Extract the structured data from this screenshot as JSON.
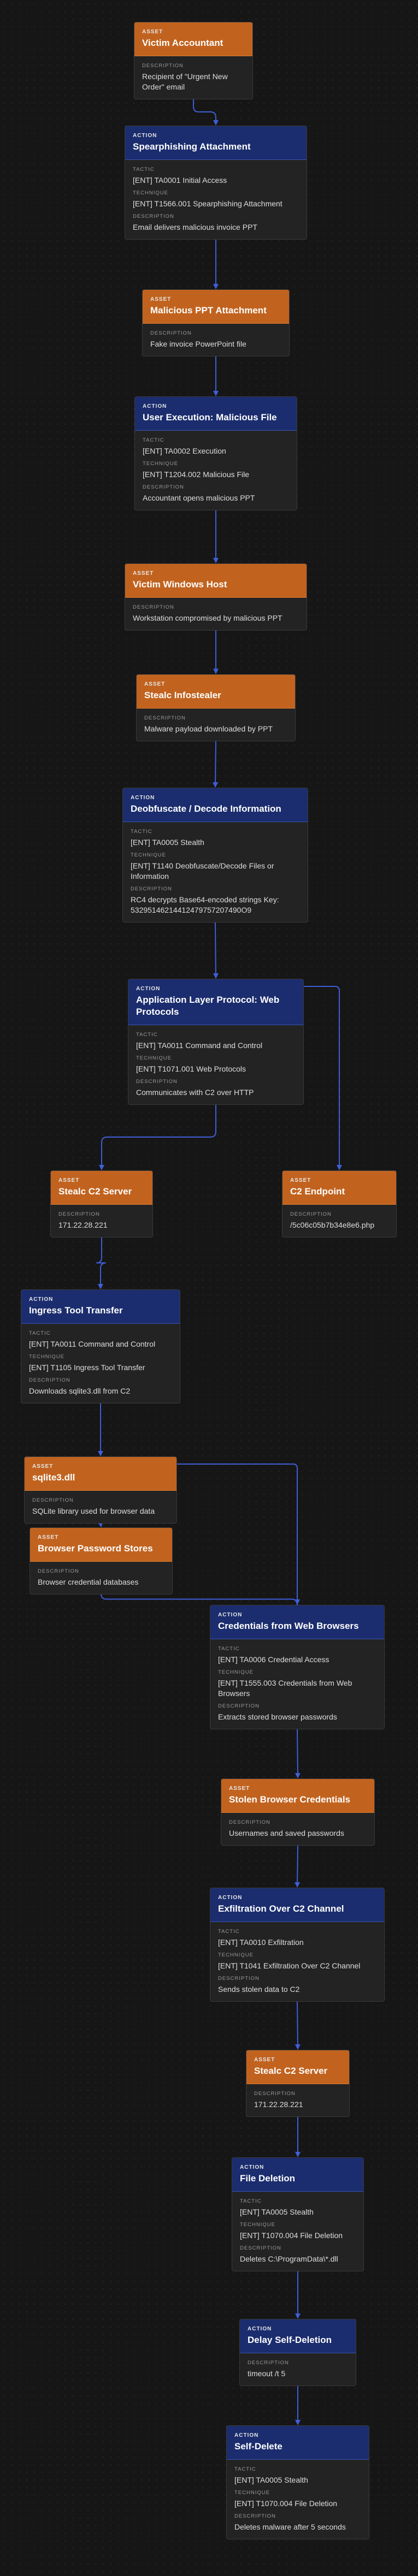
{
  "colors": {
    "asset": "#c1631f",
    "action": "#1b2d6e",
    "edge": "#3f5ed8",
    "background": "#161616"
  },
  "nodes": {
    "n1": {
      "kind": "ASSET",
      "name": "Victim Accountant",
      "description": "Recipient of \"Urgent New Order\" email"
    },
    "n2": {
      "kind": "ACTION",
      "name": "Spearphishing Attachment",
      "tactic": "[ENT] TA0001 Initial Access",
      "technique": "[ENT] T1566.001 Spearphishing Attachment",
      "description": "Email delivers malicious invoice PPT"
    },
    "n3": {
      "kind": "ASSET",
      "name": "Malicious PPT Attachment",
      "description": "Fake invoice PowerPoint file"
    },
    "n4": {
      "kind": "ACTION",
      "name": "User Execution: Malicious File",
      "tactic": "[ENT] TA0002 Execution",
      "technique": "[ENT] T1204.002 Malicious File",
      "description": "Accountant opens malicious PPT"
    },
    "n5": {
      "kind": "ASSET",
      "name": "Victim Windows Host",
      "description": "Workstation compromised by malicious PPT"
    },
    "n6": {
      "kind": "ASSET",
      "name": "Stealc Infostealer",
      "description": "Malware payload downloaded by PPT"
    },
    "n7": {
      "kind": "ACTION",
      "name": "Deobfuscate / Decode Information",
      "tactic": "[ENT] TA0005 Stealth",
      "technique": "[ENT] T1140 Deobfuscate/Decode Files or Information",
      "description": "RC4 decrypts Base64-encoded strings Key: 53295146214412479757207490O9"
    },
    "n8": {
      "kind": "ACTION",
      "name": "Application Layer Protocol: Web Protocols",
      "tactic": "[ENT] TA0011 Command and Control",
      "technique": "[ENT] T1071.001 Web Protocols",
      "description": "Communicates with C2 over HTTP"
    },
    "n9": {
      "kind": "ASSET",
      "name": "Stealc C2 Server",
      "description": "171.22.28.221"
    },
    "n10": {
      "kind": "ASSET",
      "name": "C2 Endpoint",
      "description": "/5c06c05b7b34e8e6.php"
    },
    "n11": {
      "kind": "ACTION",
      "name": "Ingress Tool Transfer",
      "tactic": "[ENT] TA0011 Command and Control",
      "technique": "[ENT] T1105 Ingress Tool Transfer",
      "description": "Downloads sqlite3.dll from C2"
    },
    "n12": {
      "kind": "ASSET",
      "name": "sqlite3.dll",
      "description": "SQLite library used for browser data"
    },
    "n13": {
      "kind": "ASSET",
      "name": "Browser Password Stores",
      "description": "Browser credential databases"
    },
    "n14": {
      "kind": "ACTION",
      "name": "Credentials from Web Browsers",
      "tactic": "[ENT] TA0006 Credential Access",
      "technique": "[ENT] T1555.003 Credentials from Web Browsers",
      "description": "Extracts stored browser passwords"
    },
    "n15": {
      "kind": "ASSET",
      "name": "Stolen Browser Credentials",
      "description": "Usernames and saved passwords"
    },
    "n16": {
      "kind": "ACTION",
      "name": "Exfiltration Over C2 Channel",
      "tactic": "[ENT] TA0010 Exfiltration",
      "technique": "[ENT] T1041 Exfiltration Over C2 Channel",
      "description": "Sends stolen data to C2"
    },
    "n17": {
      "kind": "ASSET",
      "name": "Stealc C2 Server",
      "description": "171.22.28.221"
    },
    "n18": {
      "kind": "ACTION",
      "name": "File Deletion",
      "tactic": "[ENT] TA0005 Stealth",
      "technique": "[ENT] T1070.004 File Deletion",
      "description": "Deletes C:\\ProgramData\\*.dll"
    },
    "n19": {
      "kind": "ACTION",
      "name": "Delay Self-Deletion",
      "description": "timeout /t 5"
    },
    "n20": {
      "kind": "ACTION",
      "name": "Self-Delete",
      "tactic": "[ENT] TA0005 Stealth",
      "technique": "[ENT] T1070.004 File Deletion",
      "description": "Deletes malware after 5 seconds"
    }
  },
  "field_labels": {
    "tactic": "TACTIC",
    "technique": "TECHNIQUE",
    "description": "DESCRIPTION"
  },
  "edges": [
    [
      "n1",
      "n2"
    ],
    [
      "n2",
      "n3"
    ],
    [
      "n3",
      "n4"
    ],
    [
      "n4",
      "n5"
    ],
    [
      "n5",
      "n6"
    ],
    [
      "n6",
      "n7"
    ],
    [
      "n7",
      "n8"
    ],
    [
      "n8",
      "n9"
    ],
    [
      "n8",
      "n10"
    ],
    [
      "n9",
      "n11"
    ],
    [
      "n11",
      "n12"
    ],
    [
      "n12",
      "n13"
    ],
    [
      "n12",
      "n14"
    ],
    [
      "n13",
      "n14"
    ],
    [
      "n14",
      "n15"
    ],
    [
      "n15",
      "n16"
    ],
    [
      "n16",
      "n17"
    ],
    [
      "n17",
      "n18"
    ],
    [
      "n18",
      "n19"
    ],
    [
      "n19",
      "n20"
    ]
  ]
}
